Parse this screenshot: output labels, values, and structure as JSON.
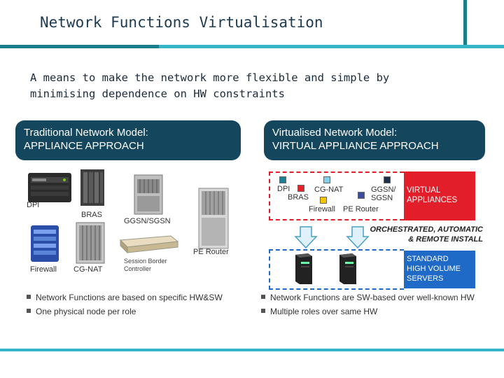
{
  "header": {
    "title": "Network Functions Virtualisation"
  },
  "intro": "A means to make the network more flexible and simple by minimising dependence on HW constraints",
  "traditional": {
    "heading_line1": "Traditional Network Model:",
    "heading_line2": "APPLIANCE APPROACH",
    "labels": {
      "dpi": "DPI",
      "bras": "BRAS",
      "ggsn": "GGSN/SGSN",
      "firewall": "Firewall",
      "cgnat": "CG-NAT",
      "session_border_line1": "Session Border",
      "session_border_line2": "Controller",
      "pe_router": "PE Router"
    },
    "bullets": [
      "Network Functions are based on specific HW&SW",
      "One physical node per role"
    ]
  },
  "virtualised": {
    "heading_line1": "Virtualised Network Model:",
    "heading_line2": "VIRTUAL APPLIANCE APPROACH",
    "function_labels": {
      "dpi": "DPI",
      "bras": "BRAS",
      "cgnat": "CG-NAT",
      "ggsn_line1": "GGSN/",
      "ggsn_line2": "SGSN",
      "firewall": "Firewall",
      "pe_router": "PE Router"
    },
    "virtual_appliances_line1": "VIRTUAL",
    "virtual_appliances_line2": "APPLIANCES",
    "orchestrated_line1": "ORCHESTRATED, AUTOMATIC",
    "orchestrated_line2": "& REMOTE INSTALL",
    "servers_line1": "STANDARD",
    "servers_line2": "HIGH VOLUME",
    "servers_line3": "SERVERS",
    "bullets": [
      "Network Functions are SW-based over well-known HW",
      "Multiple roles over same HW"
    ]
  },
  "colors": {
    "primary_dark": "#14465e",
    "accent_teal": "#1a7d8c",
    "accent_light": "#35b6c8",
    "virtual_red": "#e11e2a",
    "server_blue": "#1f6ac6",
    "swatch_dpi": "#1d7f96",
    "swatch_bras": "#e8202a",
    "swatch_cgnat": "#7fd0e8",
    "swatch_ggsn": "#1c2f4a",
    "swatch_firewall": "#f5c400",
    "swatch_pe": "#3c4d9e"
  }
}
